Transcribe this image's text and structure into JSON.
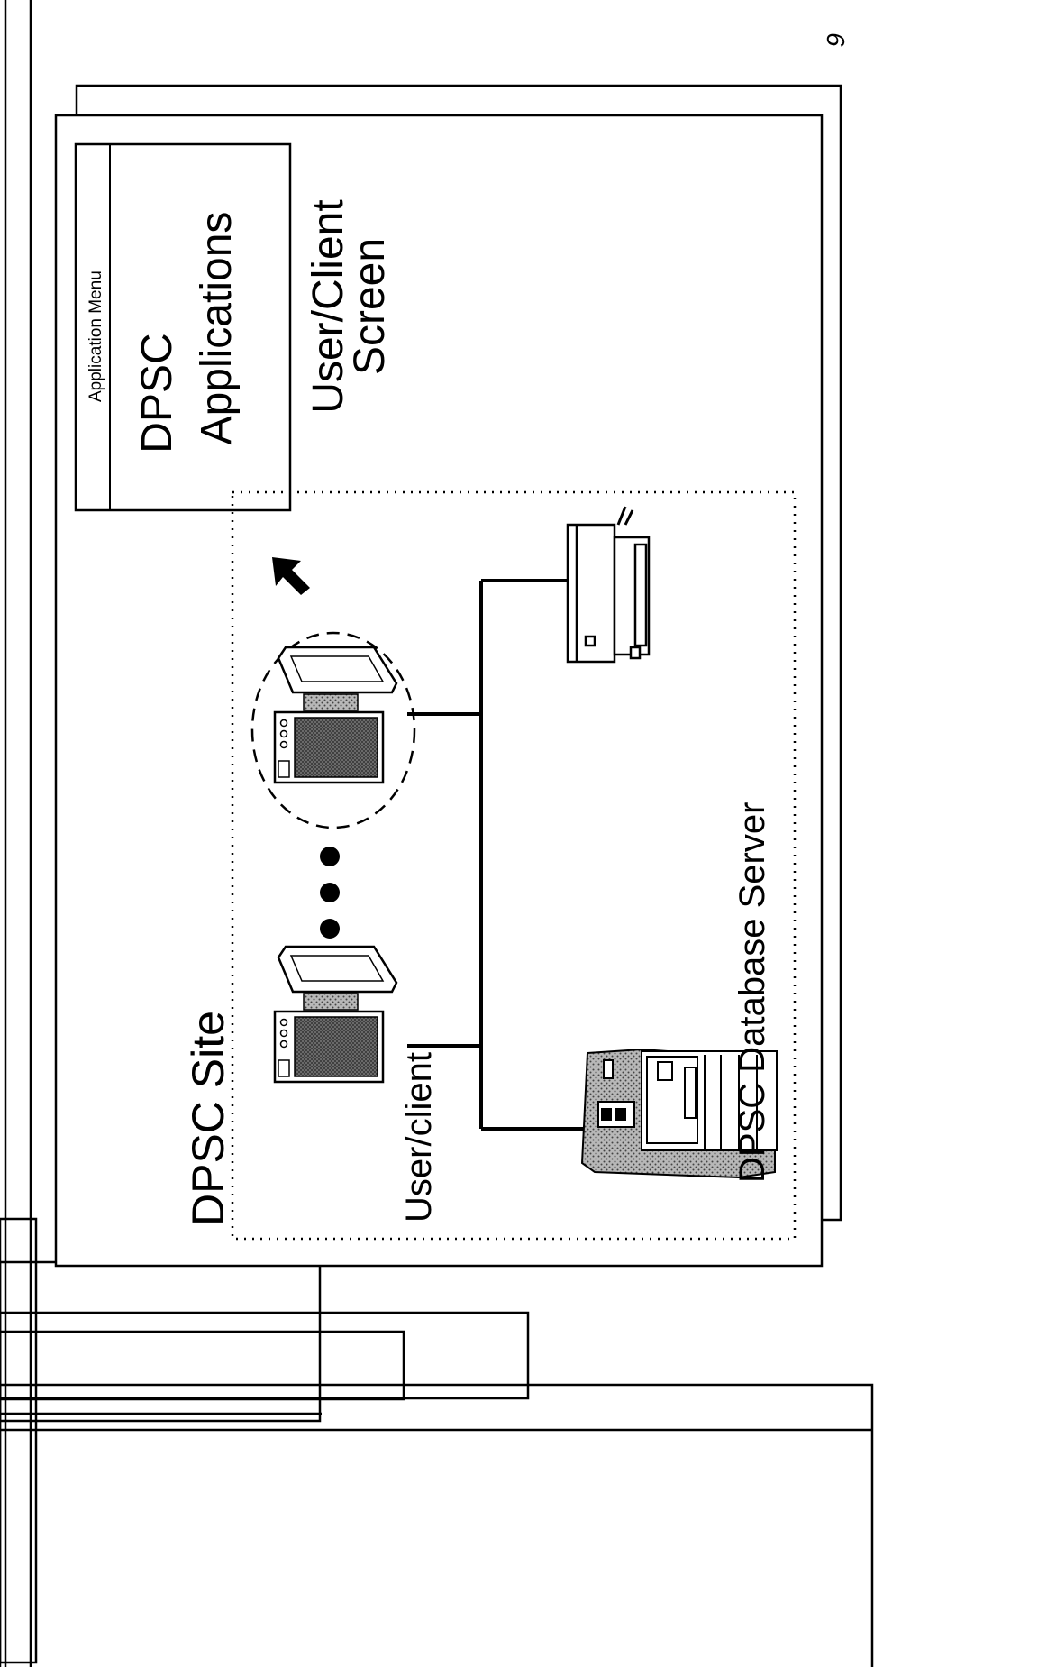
{
  "page_number": "6",
  "slide": {
    "client_screen": {
      "menu_header": "Application Menu",
      "title_line1": "DPSC",
      "title_line2": "Applications",
      "caption_line1": "User/Client",
      "caption_line2": "Screen"
    },
    "site": {
      "title": "DPSC Site",
      "client_label": "User/client",
      "server_label": "DPSC Database Server"
    }
  },
  "colors": {
    "ink": "#000000",
    "paper": "#ffffff",
    "screen_fill": "#555555",
    "hatch": "#7a7a7a"
  },
  "icons": {
    "workstation": "workstation-icon",
    "printer": "printer-icon",
    "server": "database-server-icon",
    "arrow": "arrow-up-left-icon",
    "ellipsis": "ellipsis-dots-icon"
  }
}
